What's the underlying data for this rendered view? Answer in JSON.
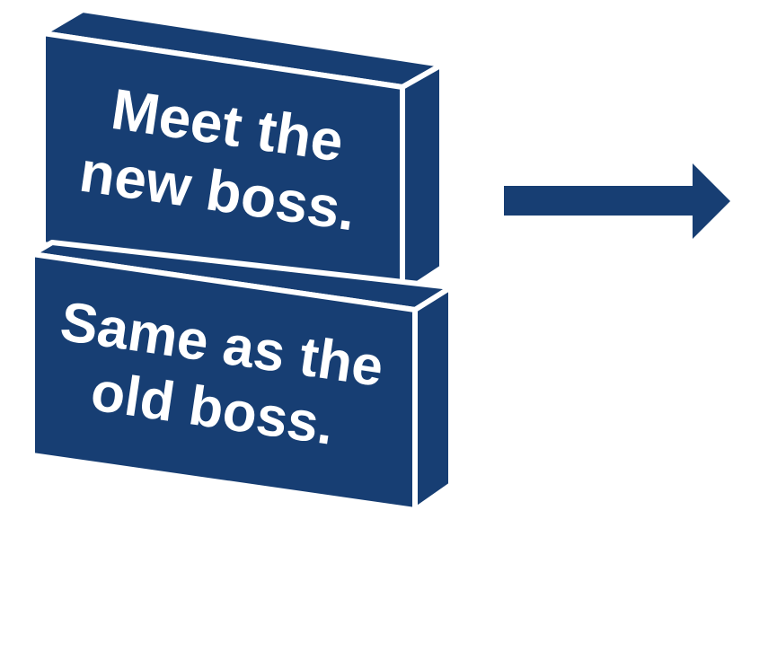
{
  "colors": {
    "block_fill": "#173e73",
    "edge": "#ffffff",
    "arrow": "#173e73",
    "background": "#ffffff"
  },
  "blocks": [
    {
      "line1": "Meet the",
      "line2": "new boss."
    },
    {
      "line1": "Same as the",
      "line2": "old boss."
    }
  ],
  "arrow": {
    "direction": "right",
    "icon": "arrow-right-icon"
  }
}
